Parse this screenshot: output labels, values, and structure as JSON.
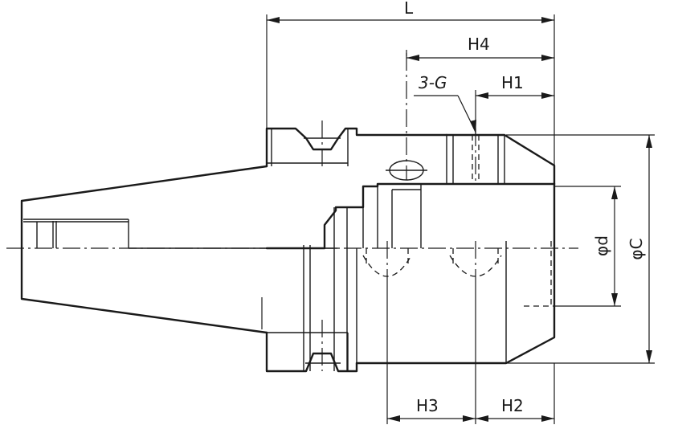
{
  "labels": {
    "L": "L",
    "H4": "H4",
    "H1": "H1",
    "G": "3-G",
    "H3": "H3",
    "H2": "H2",
    "d": "φd",
    "C": "φC"
  }
}
